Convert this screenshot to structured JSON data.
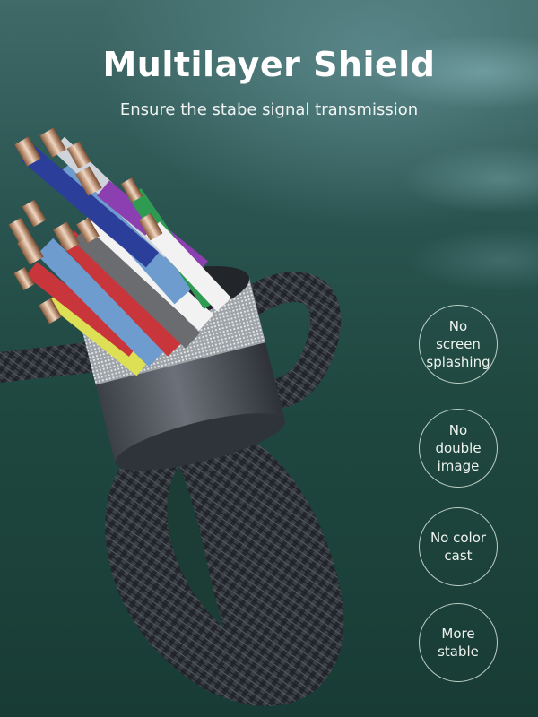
{
  "header": {
    "title": "Multilayer Shield",
    "subtitle": "Ensure the stabe signal transmission"
  },
  "features": [
    {
      "label": "No screen splashing"
    },
    {
      "label": "No double image"
    },
    {
      "label": "No color cast"
    },
    {
      "label": "More stable"
    }
  ],
  "colors": {
    "background_top": "#3f6a68",
    "background_bottom": "#183c35",
    "text": "#ffffff",
    "badge_border": "#d7e6dc"
  },
  "illustration": {
    "subject": "braided-hdmi-cable-cutaway",
    "wire_colors": [
      "#2b3f9a",
      "#cfd4da",
      "#8b3fb0",
      "#2f9a52",
      "#6f9ccf",
      "#f2f2f2",
      "#6a6c70",
      "#c8353b",
      "#dde055"
    ]
  }
}
